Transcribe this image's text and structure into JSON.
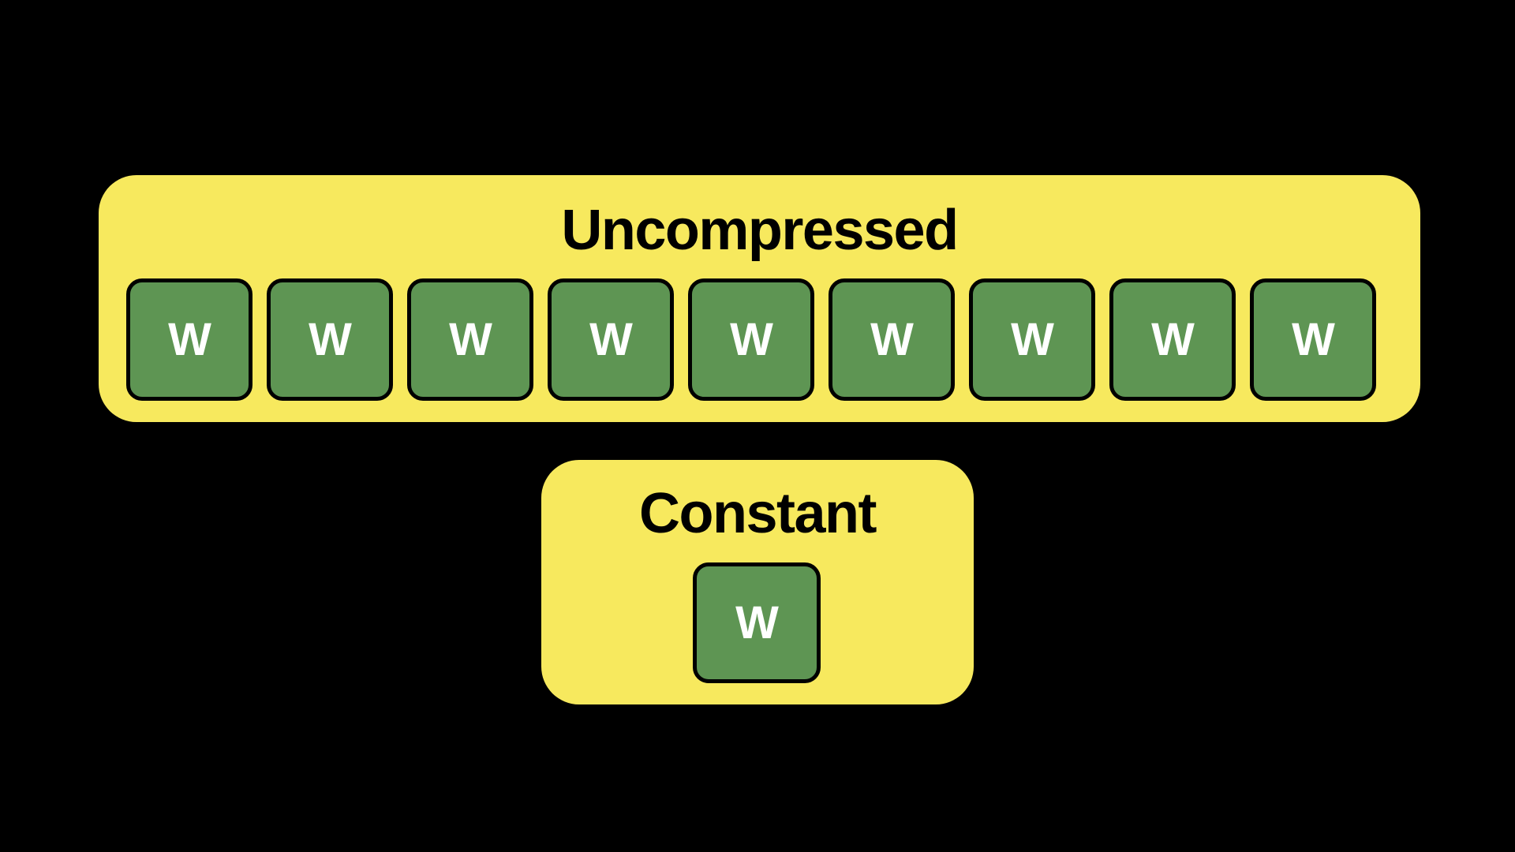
{
  "background_color": "#000000",
  "colors": {
    "panel_yellow": "#F7E95E",
    "cell_green": "#5E9553",
    "cell_border": "#000000",
    "cell_text": "#FFFFFF",
    "title_text": "#000000"
  },
  "groups": [
    {
      "id": "uncompressed",
      "title": "Uncompressed",
      "cells": [
        {
          "label": "W"
        },
        {
          "label": "W"
        },
        {
          "label": "W"
        },
        {
          "label": "W"
        },
        {
          "label": "W"
        },
        {
          "label": "W"
        },
        {
          "label": "W"
        },
        {
          "label": "W"
        },
        {
          "label": "W"
        }
      ],
      "cell_count": 9
    },
    {
      "id": "constant",
      "title": "Constant",
      "cells": [
        {
          "label": "W"
        }
      ],
      "cell_count": 1
    }
  ]
}
